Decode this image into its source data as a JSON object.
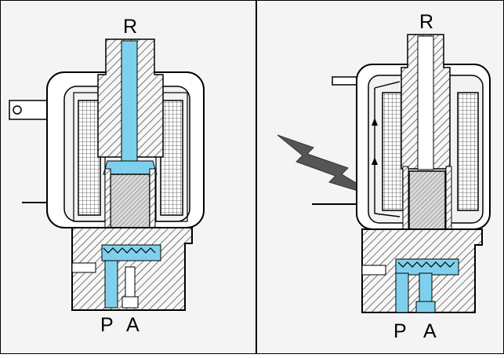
{
  "diagram": {
    "left_valve": {
      "label_top": "R",
      "label_bottom_left": "P",
      "label_bottom_right": "A"
    },
    "right_valve": {
      "label_top": "R",
      "label_bottom_left": "P",
      "label_bottom_right": "A"
    },
    "colors": {
      "fluid": "#7fd0ec",
      "hatch": "#333333",
      "border": "#000000",
      "background": "#f4f4f4",
      "energized_arrow": "#555555"
    },
    "icons": [
      "lightning-bolt-icon",
      "flow-arrow-icon"
    ]
  }
}
